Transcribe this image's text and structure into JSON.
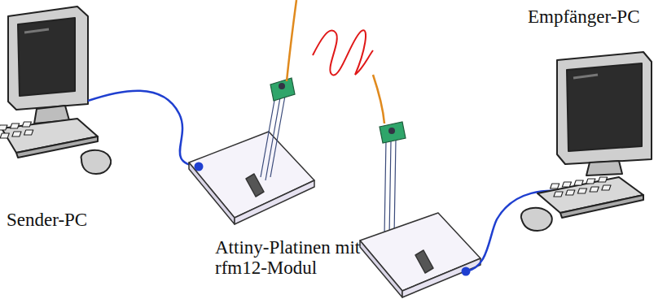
{
  "diagram": {
    "labels": [
      "Empfänger-PC",
      "Sender-PC",
      "Attiny-Platinen mit rfm12-Modul"
    ]
  }
}
